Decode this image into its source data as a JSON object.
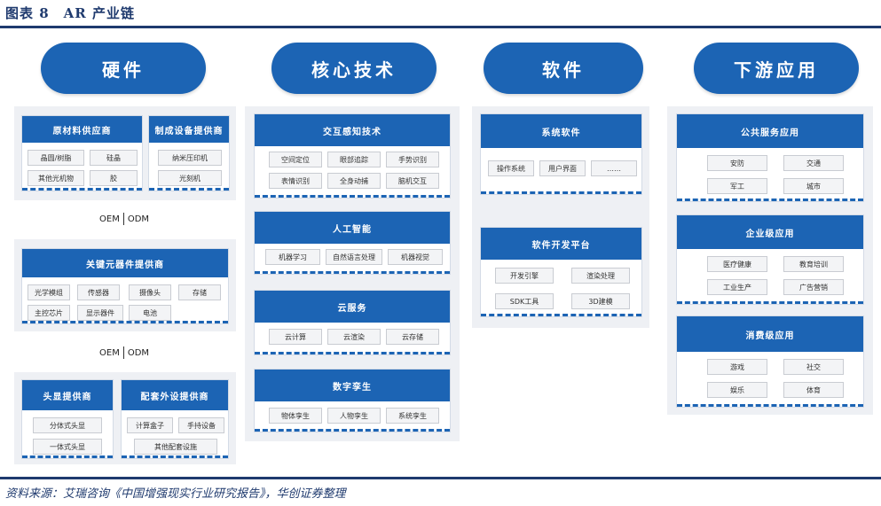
{
  "figure": {
    "title": "图表 8　AR 产业链",
    "source": "资料来源：艾瑞咨询《中国增强现实行业研究报告》，华创证券整理"
  },
  "categories": {
    "hardware": "硬件",
    "core_tech": "核心技术",
    "software": "软件",
    "downstream": "下游应用"
  },
  "hardware": {
    "raw_materials": {
      "title": "原材料供应商",
      "items": [
        "晶圆/树脂",
        "硅晶",
        "其他光机物",
        "胶"
      ]
    },
    "manufacturing": {
      "title": "制成设备提供商",
      "items": [
        "纳米压印机",
        "光刻机"
      ]
    },
    "connector_1": {
      "left": "OEM",
      "right": "ODM"
    },
    "key_components": {
      "title": "关键元器件提供商",
      "items": [
        "光学模组",
        "传感器",
        "摄像头",
        "存储",
        "主控芯片",
        "显示器件",
        "电池"
      ]
    },
    "connector_2": {
      "left": "OEM",
      "right": "ODM"
    },
    "headset": {
      "title": "头显提供商",
      "items": [
        "分体式头显",
        "一体式头显"
      ]
    },
    "peripherals": {
      "title": "配套外设提供商",
      "items": [
        "计算盒子",
        "手持设备",
        "其他配套设施"
      ]
    }
  },
  "core_tech": {
    "interaction": {
      "title": "交互感知技术",
      "items": [
        "空间定位",
        "眼部追踪",
        "手势识别",
        "表情识别",
        "全身动捕",
        "脑机交互"
      ]
    },
    "ai": {
      "title": "人工智能",
      "items": [
        "机器学习",
        "自然语言处理",
        "机器视觉"
      ]
    },
    "cloud": {
      "title": "云服务",
      "items": [
        "云计算",
        "云渲染",
        "云存储"
      ]
    },
    "twin": {
      "title": "数字孪生",
      "items": [
        "物体孪生",
        "人物孪生",
        "系统孪生"
      ]
    }
  },
  "software": {
    "system": {
      "title": "系统软件",
      "items": [
        "操作系统",
        "用户界面",
        "……"
      ]
    },
    "dev_platform": {
      "title": "软件开发平台",
      "items": [
        "开发引擎",
        "渲染处理",
        "SDK工具",
        "3D建模"
      ]
    }
  },
  "downstream": {
    "public": {
      "title": "公共服务应用",
      "items": [
        "安防",
        "交通",
        "军工",
        "城市"
      ]
    },
    "enterprise": {
      "title": "企业级应用",
      "items": [
        "医疗健康",
        "教育培训",
        "工业生产",
        "广告营销"
      ]
    },
    "consumer": {
      "title": "消费级应用",
      "items": [
        "游戏",
        "社交",
        "娱乐",
        "体育"
      ]
    }
  },
  "colors": {
    "brand_blue": "#1c64b4",
    "title_navy": "#1f3a6e",
    "panel_bg": "#eef0f4"
  }
}
